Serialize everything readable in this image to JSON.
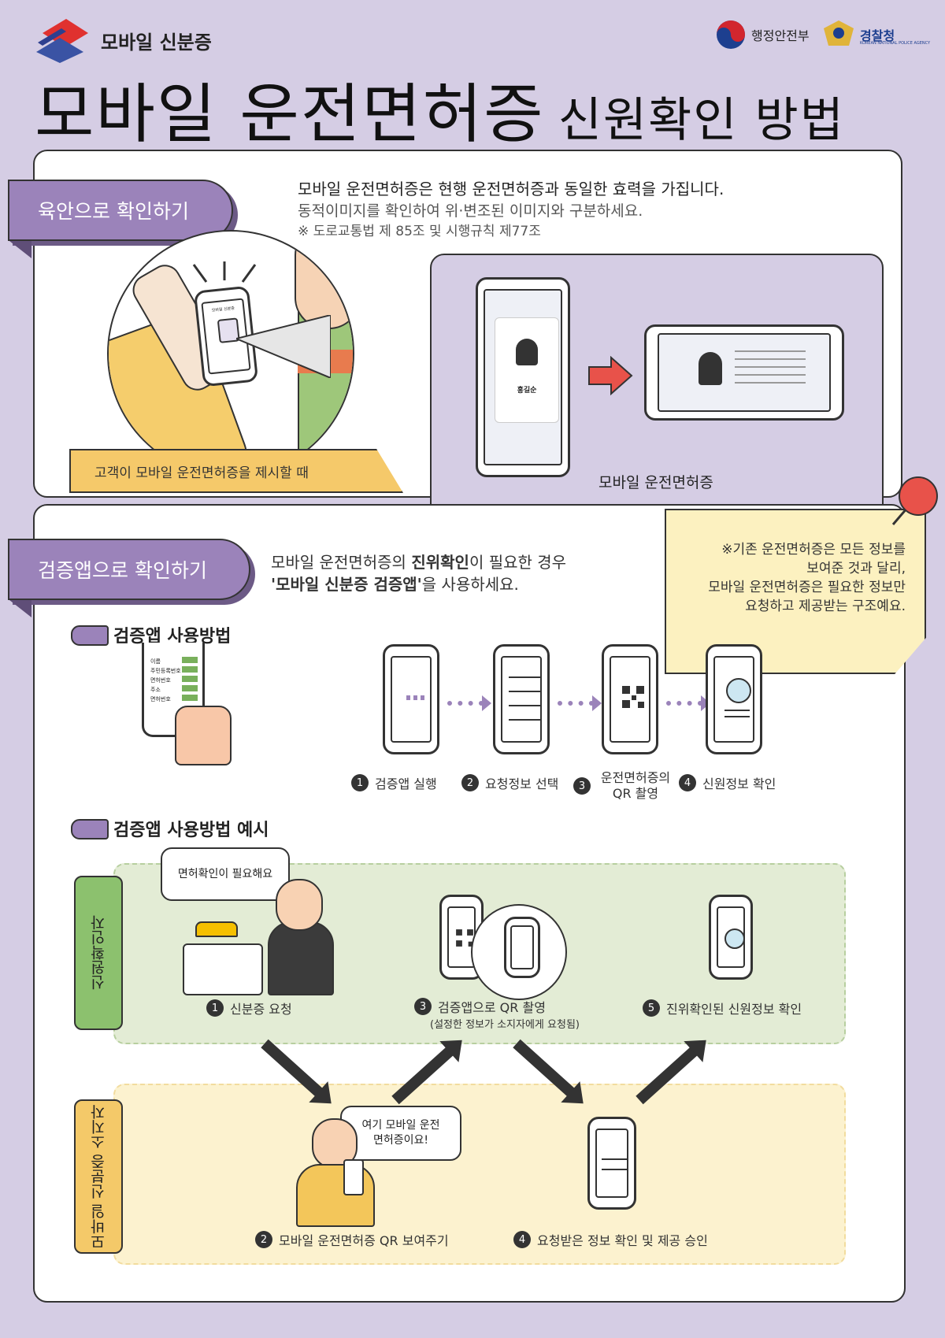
{
  "header": {
    "brand": "모바일 신분증",
    "ministry1": "행정안전부",
    "ministry2": "경찰청",
    "ministry2_sub": "KOREAN NATIONAL POLICE AGENCY",
    "title_main": "모바일 운전면허증",
    "title_sub": "신원확인 방법"
  },
  "section1": {
    "tab": "육안으로 확인하기",
    "line1": "모바일 운전면허증은 현행 운전면허증과 동일한 효력을 가집니다.",
    "line2": "동적이미지를 확인하여 위·변조된 이미지와 구분하세요.",
    "line3": "※ 도로교통법 제 85조 및 시행규칙 제77조",
    "caption": "고객이 모바일 운전면허증을 제시할 때",
    "phone_caption": "모바일 운전면허증",
    "mini_app_title": "모바일 신분증",
    "license_holder": "홍길순"
  },
  "note": {
    "line1": "※기존 운전면허증은 모든 정보를",
    "line2": "보여준 것과 달리,",
    "line3": "모바일 운전면허증은 필요한 정보만",
    "line4": "요청하고 제공받는 구조예요."
  },
  "section2": {
    "tab": "검증앱으로 확인하기",
    "line1_pre": "모바일 운전면허증의 ",
    "line1_bold": "진위확인",
    "line1_post": "이 필요한 경우",
    "line2_bold": "'모바일 신분증 검증앱'",
    "line2_post": "을 사용하세요.",
    "howto_title": "검증앱 사용방법",
    "mini_list": [
      "이름",
      "주민등록번호",
      "면허번호",
      "주소",
      "면허번호"
    ],
    "steps": [
      {
        "n": "1",
        "label": "검증앱 실행"
      },
      {
        "n": "2",
        "label": "요청정보 선택"
      },
      {
        "n": "3",
        "label": "운전면허증의 QR 촬영"
      },
      {
        "n": "4",
        "label": "신원정보 확인"
      }
    ],
    "example_title": "검증앱 사용방법 예시",
    "lane_verifier": "신원확인자",
    "lane_holder": "모바일 신분증 소지자",
    "bubble_verifier": "면허확인이 필요해요",
    "bubble_holder": "여기 모바일 운전면허증이요!",
    "ex_steps": [
      {
        "n": "1",
        "label": "신분증 요청"
      },
      {
        "n": "2",
        "label": "모바일 운전면허증 QR 보여주기"
      },
      {
        "n": "3",
        "label": "검증앱으로 QR 촬영"
      },
      {
        "n": "4",
        "label": "요청받은 정보 확인 및 제공 승인"
      },
      {
        "n": "5",
        "label": "진위확인된 신원정보 확인"
      }
    ],
    "ex_step3_note": "(설정한 정보가 소지자에게 요청됨)"
  },
  "colors": {
    "background": "#d5cde4",
    "tab": "#9b83ba",
    "note": "#fcf1c0",
    "lane_green": "#e3ecd5",
    "lane_yellow": "#fcf2cf"
  }
}
